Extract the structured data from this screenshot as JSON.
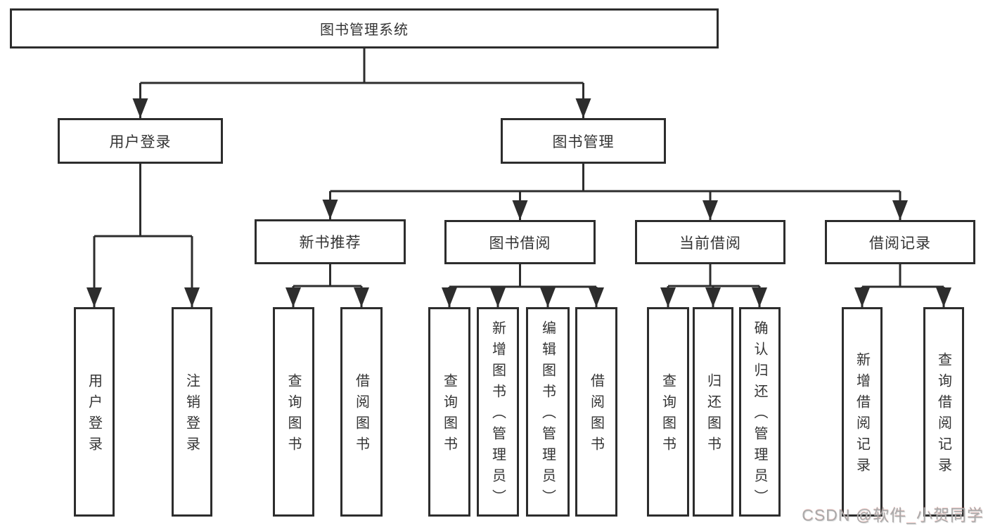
{
  "diagram": {
    "root_label": "图书管理系统",
    "level1": [
      {
        "label": "用户登录"
      },
      {
        "label": "图书管理"
      }
    ],
    "level2": [
      {
        "label": "新书推荐"
      },
      {
        "label": "图书借阅"
      },
      {
        "label": "当前借阅"
      },
      {
        "label": "借阅记录"
      }
    ],
    "leaves": {
      "login": [
        "用户登录",
        "注销登录"
      ],
      "recommend": [
        "查询图书",
        "借阅图书"
      ],
      "borrow": [
        "查询图书",
        "新增图书（管理员）",
        "编辑图书（管理员）",
        "借阅图书"
      ],
      "current": [
        "查询图书",
        "归还图书",
        "确认归还（管理员）"
      ],
      "records": [
        "新增借阅记录",
        "查询借阅记录"
      ]
    },
    "colors": {
      "line": "#2d2d2d",
      "box_border": "#2d2d2d",
      "text": "#343434",
      "background": "#ffffff",
      "watermark_text": "#a9a9a9"
    }
  },
  "watermark": "CSDN @软件_小贺同学"
}
